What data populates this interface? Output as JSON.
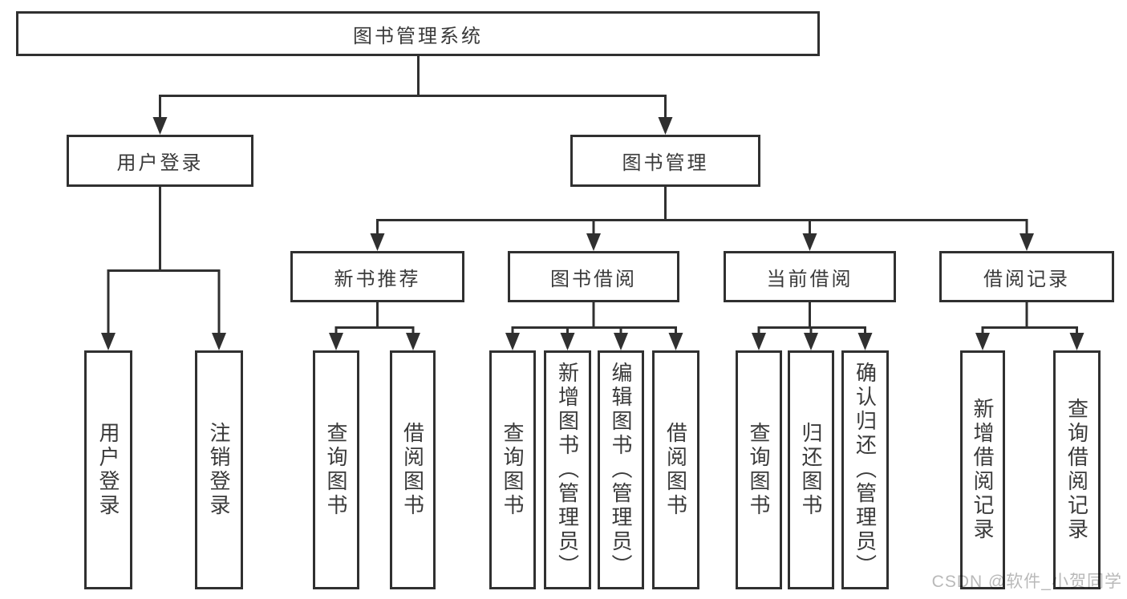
{
  "tree": {
    "label": "图书管理系统",
    "children": [
      {
        "label": "用户登录",
        "children": [
          {
            "label": "用户登录"
          },
          {
            "label": "注销登录"
          }
        ]
      },
      {
        "label": "图书管理",
        "children": [
          {
            "label": "新书推荐",
            "children": [
              {
                "label": "查询图书"
              },
              {
                "label": "借阅图书"
              }
            ]
          },
          {
            "label": "图书借阅",
            "children": [
              {
                "label": "查询图书"
              },
              {
                "label": "新增图书（管理员）"
              },
              {
                "label": "编辑图书（管理员）"
              },
              {
                "label": "借阅图书"
              }
            ]
          },
          {
            "label": "当前借阅",
            "children": [
              {
                "label": "查询图书"
              },
              {
                "label": "归还图书"
              },
              {
                "label": "确认归还（管理员）"
              }
            ]
          },
          {
            "label": "借阅记录",
            "children": [
              {
                "label": "新增借阅记录"
              },
              {
                "label": "查询借阅记录"
              }
            ]
          }
        ]
      }
    ]
  },
  "watermark": {
    "text": "CSDN @软件_小贺同学"
  },
  "colors": {
    "line": "#303030",
    "border": "#303030",
    "text": "#3a3a3a",
    "watermark": "#b9b9b9",
    "background": "#ffffff"
  }
}
